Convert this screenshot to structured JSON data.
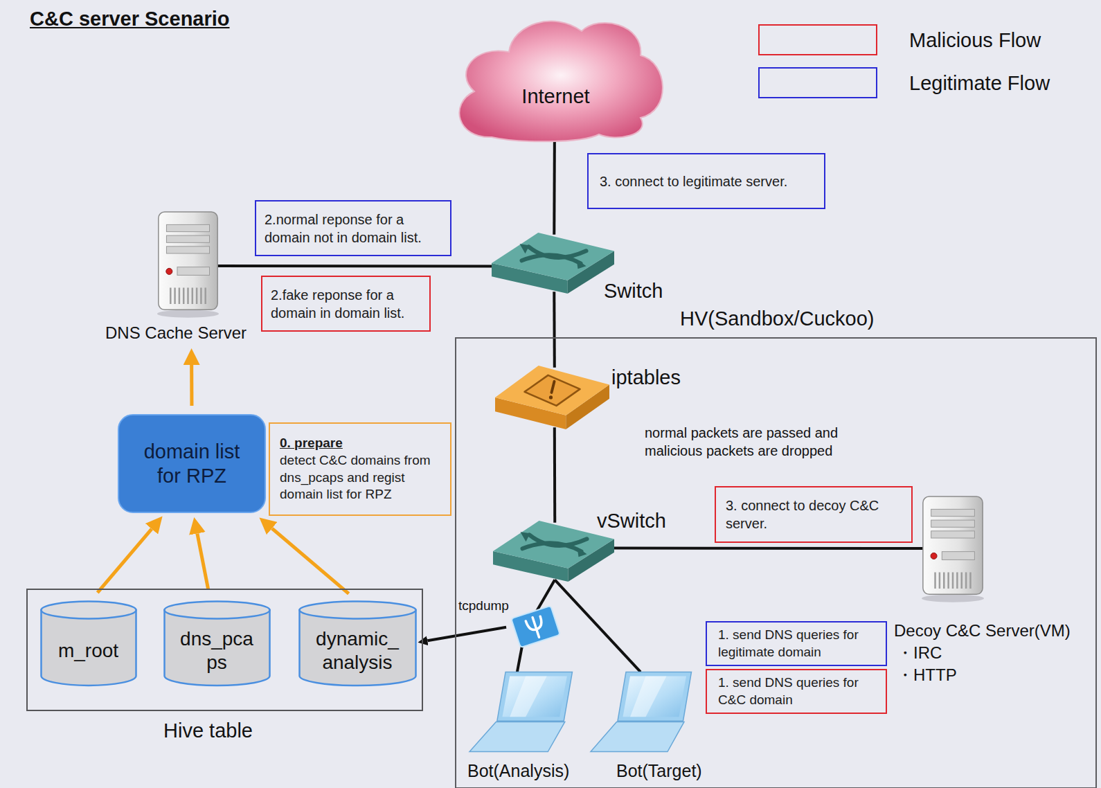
{
  "diagram": {
    "title": "C&C server Scenario",
    "nodes": [
      {
        "text": [
          "Internet"
        ]
      },
      {
        "text": [
          "3. connect to legitimate server."
        ]
      },
      {
        "text": [
          "DNS Cache Server"
        ]
      },
      {
        "text": [
          "2.normal reponse for a domain not in domain list."
        ]
      },
      {
        "text": [
          "2.fake reponse for a domain in domain list."
        ]
      },
      {
        "text": [
          "Switch"
        ]
      },
      {
        "text": [
          "HV(Sandbox/Cuckoo)"
        ]
      },
      {
        "text": [
          "iptables"
        ],
        "in": 6
      },
      {
        "text": [
          "vSwitch"
        ],
        "in": 6
      },
      {
        "text": [
          "3. connect to decoy C&C server."
        ],
        "in": 6
      },
      {
        "text": [
          "Decoy C&C Server(VM)",
          "・IRC",
          "・HTTP"
        ],
        "in": 6
      },
      {
        "text": [
          "tcpdump"
        ],
        "in": 6
      },
      {
        "text": [
          "1. send DNS queries for legitimate domain"
        ],
        "in": 6
      },
      {
        "text": [
          "1. send DNS queries for C&C domain"
        ],
        "in": 6
      },
      {
        "text": [
          "Bot(Analysis)"
        ],
        "in": 6
      },
      {
        "text": [
          "Bot(Target)"
        ],
        "in": 6
      },
      {
        "text": [
          "domain list for RPZ"
        ]
      },
      {
        "text": [
          "0. prepare",
          "detect C&C domains from dns_pcaps and regist domain list for RPZ"
        ]
      },
      {
        "text": [
          "Hive table"
        ]
      },
      {
        "text": [
          "m_root"
        ],
        "in": 18
      },
      {
        "text": [
          "dns_pca ps"
        ],
        "in": 18
      },
      {
        "text": [
          "dynamic_ analysis"
        ],
        "in": 18
      }
    ],
    "edges": [
      {
        "from": 0,
        "to": 5,
        "arrow": "none"
      },
      {
        "from": 5,
        "to": 2,
        "arrow": "none"
      },
      {
        "from": 5,
        "to": 7,
        "arrow": "none"
      },
      {
        "from": 7,
        "to": 8,
        "arrow": "none"
      },
      {
        "from": 8,
        "to": 10,
        "arrow": "none"
      },
      {
        "from": 8,
        "to": 11,
        "arrow": "none"
      },
      {
        "from": 11,
        "to": 14,
        "arrow": "none"
      },
      {
        "from": 8,
        "to": 15,
        "arrow": "none"
      },
      {
        "from": 11,
        "to": 21,
        "arrow": "to"
      },
      {
        "from": 19,
        "to": 16,
        "arrow": "to"
      },
      {
        "from": 20,
        "to": 16,
        "arrow": "to"
      },
      {
        "from": 21,
        "to": 16,
        "arrow": "to"
      },
      {
        "from": 16,
        "to": 2,
        "arrow": "to"
      }
    ],
    "labels": [
      "normal packets are passed and malicious packets are dropped"
    ],
    "legend": [
      {
        "text": "Malicious Flow"
      },
      {
        "text": "Legitimate Flow"
      }
    ]
  }
}
